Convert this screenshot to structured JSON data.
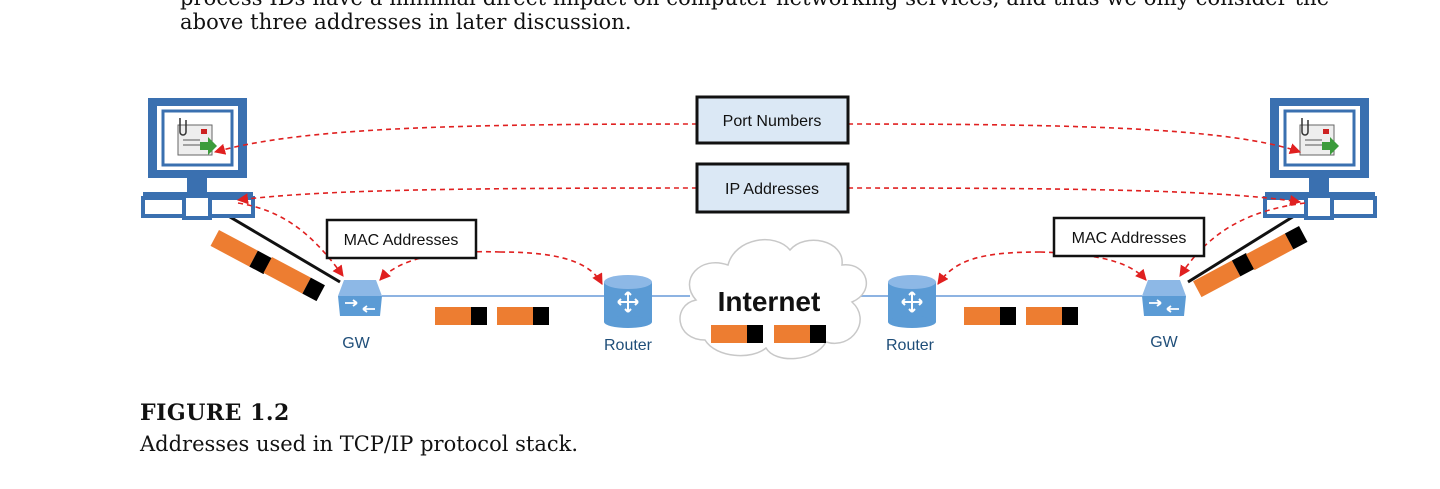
{
  "text": {
    "line1": "process IDs have a minimal direct impact on computer networking services, and thus we only consider the",
    "line2": "above three addresses in later discussion."
  },
  "figure": {
    "labels": {
      "port_numbers": "Port Numbers",
      "ip_addresses": "IP Addresses",
      "mac_left": "MAC Addresses",
      "mac_right": "MAC Addresses",
      "gw_left": "GW",
      "gw_right": "GW",
      "router_left": "Router",
      "router_right": "Router",
      "internet": "Internet"
    },
    "colors": {
      "monitor_blue": "#3a70b0",
      "device_blue": "#5b9bd5",
      "link_line": "#8db3e2",
      "dashed_arrow": "#e02020",
      "box_fill": "#dbe8f5",
      "packet_orange": "#ed7d31",
      "packet_black": "#000000"
    },
    "icons": [
      "computer-icon",
      "email-icon",
      "gateway-icon",
      "router-icon",
      "cloud-icon",
      "packet-icon"
    ]
  },
  "caption": {
    "label": "FIGURE 1.2",
    "text": "Addresses used in TCP/IP protocol stack."
  }
}
